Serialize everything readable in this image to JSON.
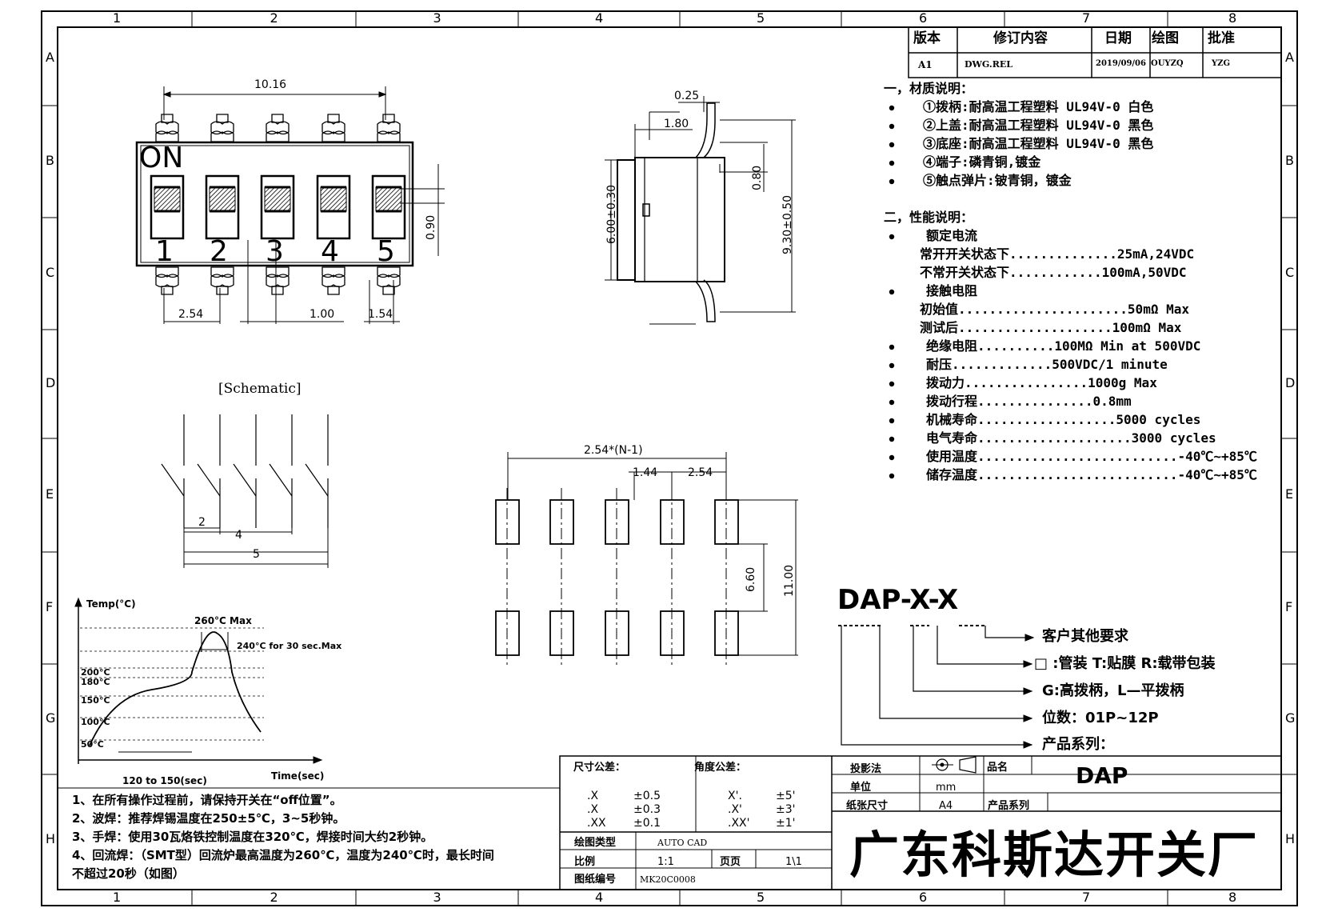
{
  "border": {
    "columns": [
      "1",
      "2",
      "3",
      "4",
      "5",
      "6",
      "7",
      "8"
    ],
    "rows": [
      "A",
      "B",
      "C",
      "D",
      "E",
      "F",
      "G",
      "H"
    ]
  },
  "revision": {
    "headers": [
      "版本",
      "修订内容",
      "日期",
      "绘图",
      "批准"
    ],
    "row": [
      "A1",
      "DWG.REL",
      "2019/09/06",
      "OUYZQ",
      "YZG"
    ]
  },
  "materials": {
    "title": "一，材质说明：",
    "items": [
      "①拨柄:耐高温工程塑料 UL94V-0 白色",
      "②上盖:耐高温工程塑料 UL94V-0 黑色",
      "③底座:耐高温工程塑料 UL94V-0 黑色",
      "④端子:磷青铜,镀金",
      "⑤触点弹片:铍青铜，镀金"
    ]
  },
  "performance": {
    "title": "二，性能说明：",
    "lines": [
      {
        "bullet": true,
        "text": "额定电流"
      },
      {
        "bullet": false,
        "text": "常开开关状态下..............25mA,24VDC"
      },
      {
        "bullet": false,
        "text": "不常开关状态下............100mA,50VDC"
      },
      {
        "bullet": true,
        "text": "接触电阻"
      },
      {
        "bullet": false,
        "text": "初始值......................50mΩ Max"
      },
      {
        "bullet": false,
        "text": "测试后....................100mΩ Max"
      },
      {
        "bullet": true,
        "text": "绝缘电阻..........100MΩ Min at 500VDC"
      },
      {
        "bullet": true,
        "text": "耐压.............500VDC/1 minute"
      },
      {
        "bullet": true,
        "text": "拨动力................1000g Max"
      },
      {
        "bullet": true,
        "text": "拨动行程...............0.8mm"
      },
      {
        "bullet": true,
        "text": "机械寿命..................5000 cycles"
      },
      {
        "bullet": true,
        "text": "电气寿命....................3000 cycles"
      },
      {
        "bullet": true,
        "text": "使用温度..........................-40℃~+85℃"
      },
      {
        "bullet": true,
        "text": "储存温度..........................-40℃~+85℃"
      }
    ]
  },
  "top_view": {
    "on_label": "ON",
    "positions": [
      "1",
      "2",
      "3",
      "4",
      "5"
    ],
    "dims": {
      "width": "10.16",
      "pitch": "2.54",
      "gap": "1.00",
      "pin": "1.54",
      "height": "0.90"
    }
  },
  "side_view": {
    "dims": {
      "thick": "0.25",
      "lead": "1.80",
      "body": "6.00±0.30",
      "overall": "9.30±0.50",
      "bend": "0.80"
    }
  },
  "schematic": {
    "title": "[Schematic]",
    "dims": [
      "2",
      "4",
      "5"
    ]
  },
  "footprint": {
    "dims": {
      "span": "2.54*(N-1)",
      "pad_w": "1.44",
      "pitch": "2.54",
      "inner": "6.60",
      "outer": "11.00"
    }
  },
  "reflow": {
    "y_axis": "Temp(°C)",
    "x_axis": "Time(sec)",
    "peak": "260°C Max",
    "hold": "240°C for 30 sec.Max",
    "temps": [
      "200°C",
      "180°C",
      "150°C",
      "100°C",
      "50°C"
    ],
    "duration": "120 to 150(sec)"
  },
  "notes": [
    "1、在所有操作过程前，请保持开关在“off位置”。",
    "2、波焊：推荐焊锡温度在250±5℃，3~5秒钟。",
    "3、手焊：使用30瓦烙铁控制温度在320℃，焊接时间大约2秒钟。",
    "4、回流焊：（SMT型）回流炉最高温度为260℃，温度为240℃时，最长时间",
    "不超过20秒（如图）"
  ],
  "part_number": {
    "code": "DAP-X-X",
    "legend": [
      "客户其他要求",
      "□ :管装  T:贴膜   R:载带包装",
      "G:高拨柄，L—平拨柄",
      "位数：01P~12P",
      "产品系列："
    ]
  },
  "title_block": {
    "size_tol_label": "尺寸公差：",
    "size_tol": [
      [
        ".X",
        "±0.5"
      ],
      [
        ".X",
        "±0.3"
      ],
      [
        ".XX",
        "±0.1"
      ]
    ],
    "angle_tol_label": "角度公差：",
    "angle_tol": [
      [
        "X'.",
        "±5'"
      ],
      [
        ".X'",
        "±3'"
      ],
      [
        ".XX'",
        "±1'"
      ]
    ],
    "drawing_type_label": "绘图类型",
    "drawing_type": "AUTO CAD",
    "scale_label": "比例",
    "scale": "1:1",
    "page_label": "页页",
    "page": "1\\1",
    "drawing_no_label": "图纸编号",
    "drawing_no": "MK20C0008",
    "projection_label": "投影法",
    "unit_label": "单位",
    "unit": "mm",
    "paper_label": "纸张尺寸",
    "paper": "A4",
    "name_label": "品名",
    "name": "DAP",
    "series_label": "产品系列",
    "company": "广东科斯达开关厂"
  }
}
